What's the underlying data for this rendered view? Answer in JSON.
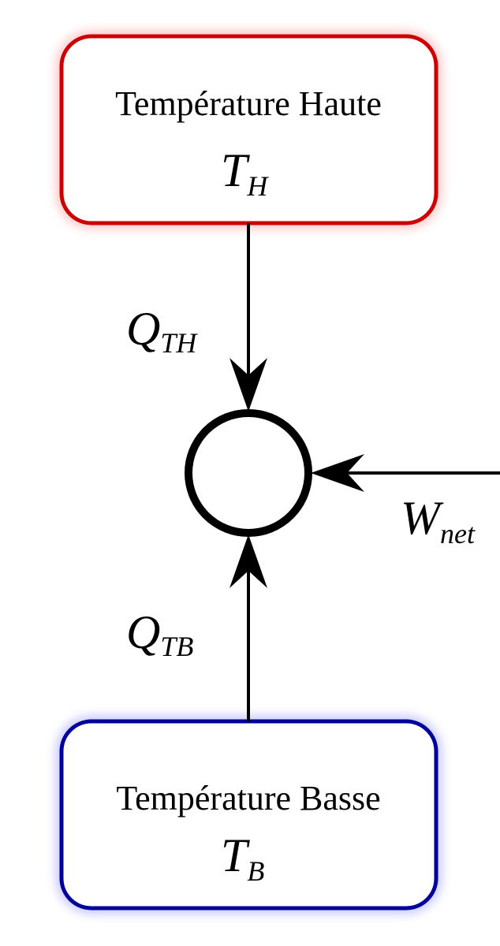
{
  "hot_reservoir": {
    "title": "Température Haute",
    "symbol_main": "T",
    "symbol_sub": "H",
    "border_color": "#cc0000",
    "glow_color": "#ff6b6b"
  },
  "cold_reservoir": {
    "title": "Température Basse",
    "symbol_main": "T",
    "symbol_sub": "B",
    "border_color": "#00009b",
    "glow_color": "#6b6bff"
  },
  "flows": {
    "heat_from_hot": {
      "main": "Q",
      "sub": "TH"
    },
    "heat_from_cold": {
      "main": "Q",
      "sub": "TB"
    },
    "net_work": {
      "main": "W",
      "sub": "net"
    }
  },
  "engine": {
    "stroke_color": "#000000"
  }
}
